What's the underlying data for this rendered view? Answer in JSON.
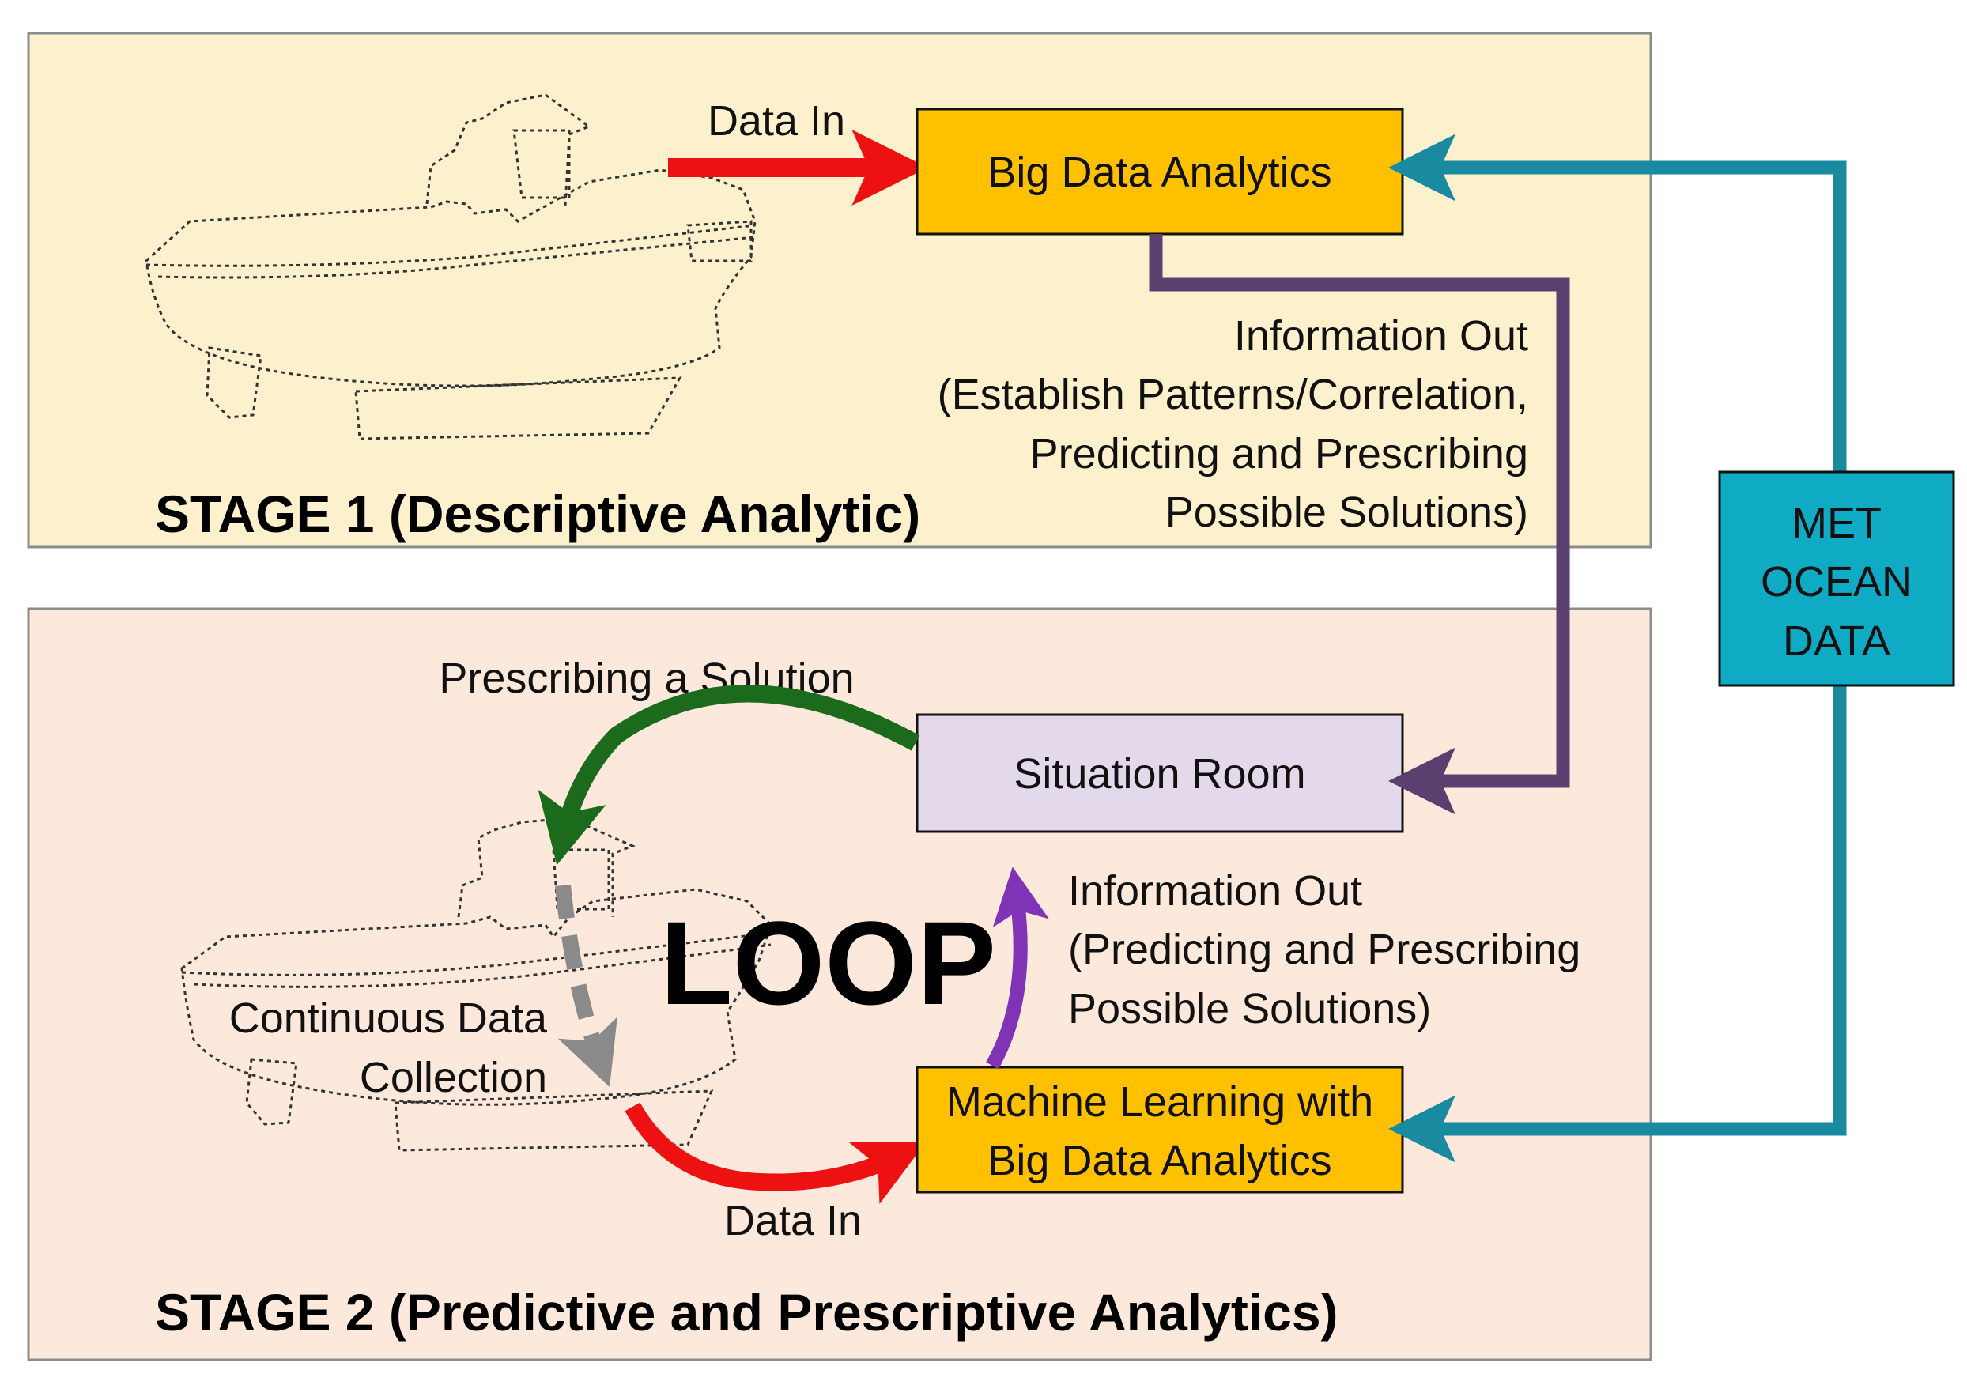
{
  "stage1": {
    "title": "STAGE 1 (Descriptive Analytic)",
    "data_in": "Data In",
    "box": "Big Data Analytics",
    "info_out": [
      "Information Out",
      "(Establish Patterns/Correlation,",
      "Predicting and Prescribing",
      "Possible Solutions)"
    ]
  },
  "stage2": {
    "title": "STAGE 2 (Predictive and Prescriptive Analytics)",
    "prescribing": "Prescribing a Solution",
    "situation_room": "Situation Room",
    "loop": "LOOP",
    "continuous": [
      "Continuous Data",
      "Collection"
    ],
    "ml_box": [
      "Machine Learning with",
      "Big Data Analytics"
    ],
    "data_in": "Data In",
    "info_out": [
      "Information Out",
      "(Predicting and Prescribing",
      "Possible Solutions)"
    ]
  },
  "met_ocean": [
    "MET",
    "OCEAN",
    "DATA"
  ],
  "colors": {
    "stage1_bg": "#fdf1cd",
    "stage2_bg": "#fde9dc",
    "analytics_box": "#ffc000",
    "situation_box": "#e3d9ea",
    "met_box": "#0fabc4",
    "teal_connector": "#1a8aa0",
    "purple_connector": "#5b3f6e",
    "red_arrow": "#ee1111",
    "green_arrow": "#1c6b1c",
    "violet_arrow": "#8033b4",
    "gray_arrow": "#8a8a8a"
  }
}
